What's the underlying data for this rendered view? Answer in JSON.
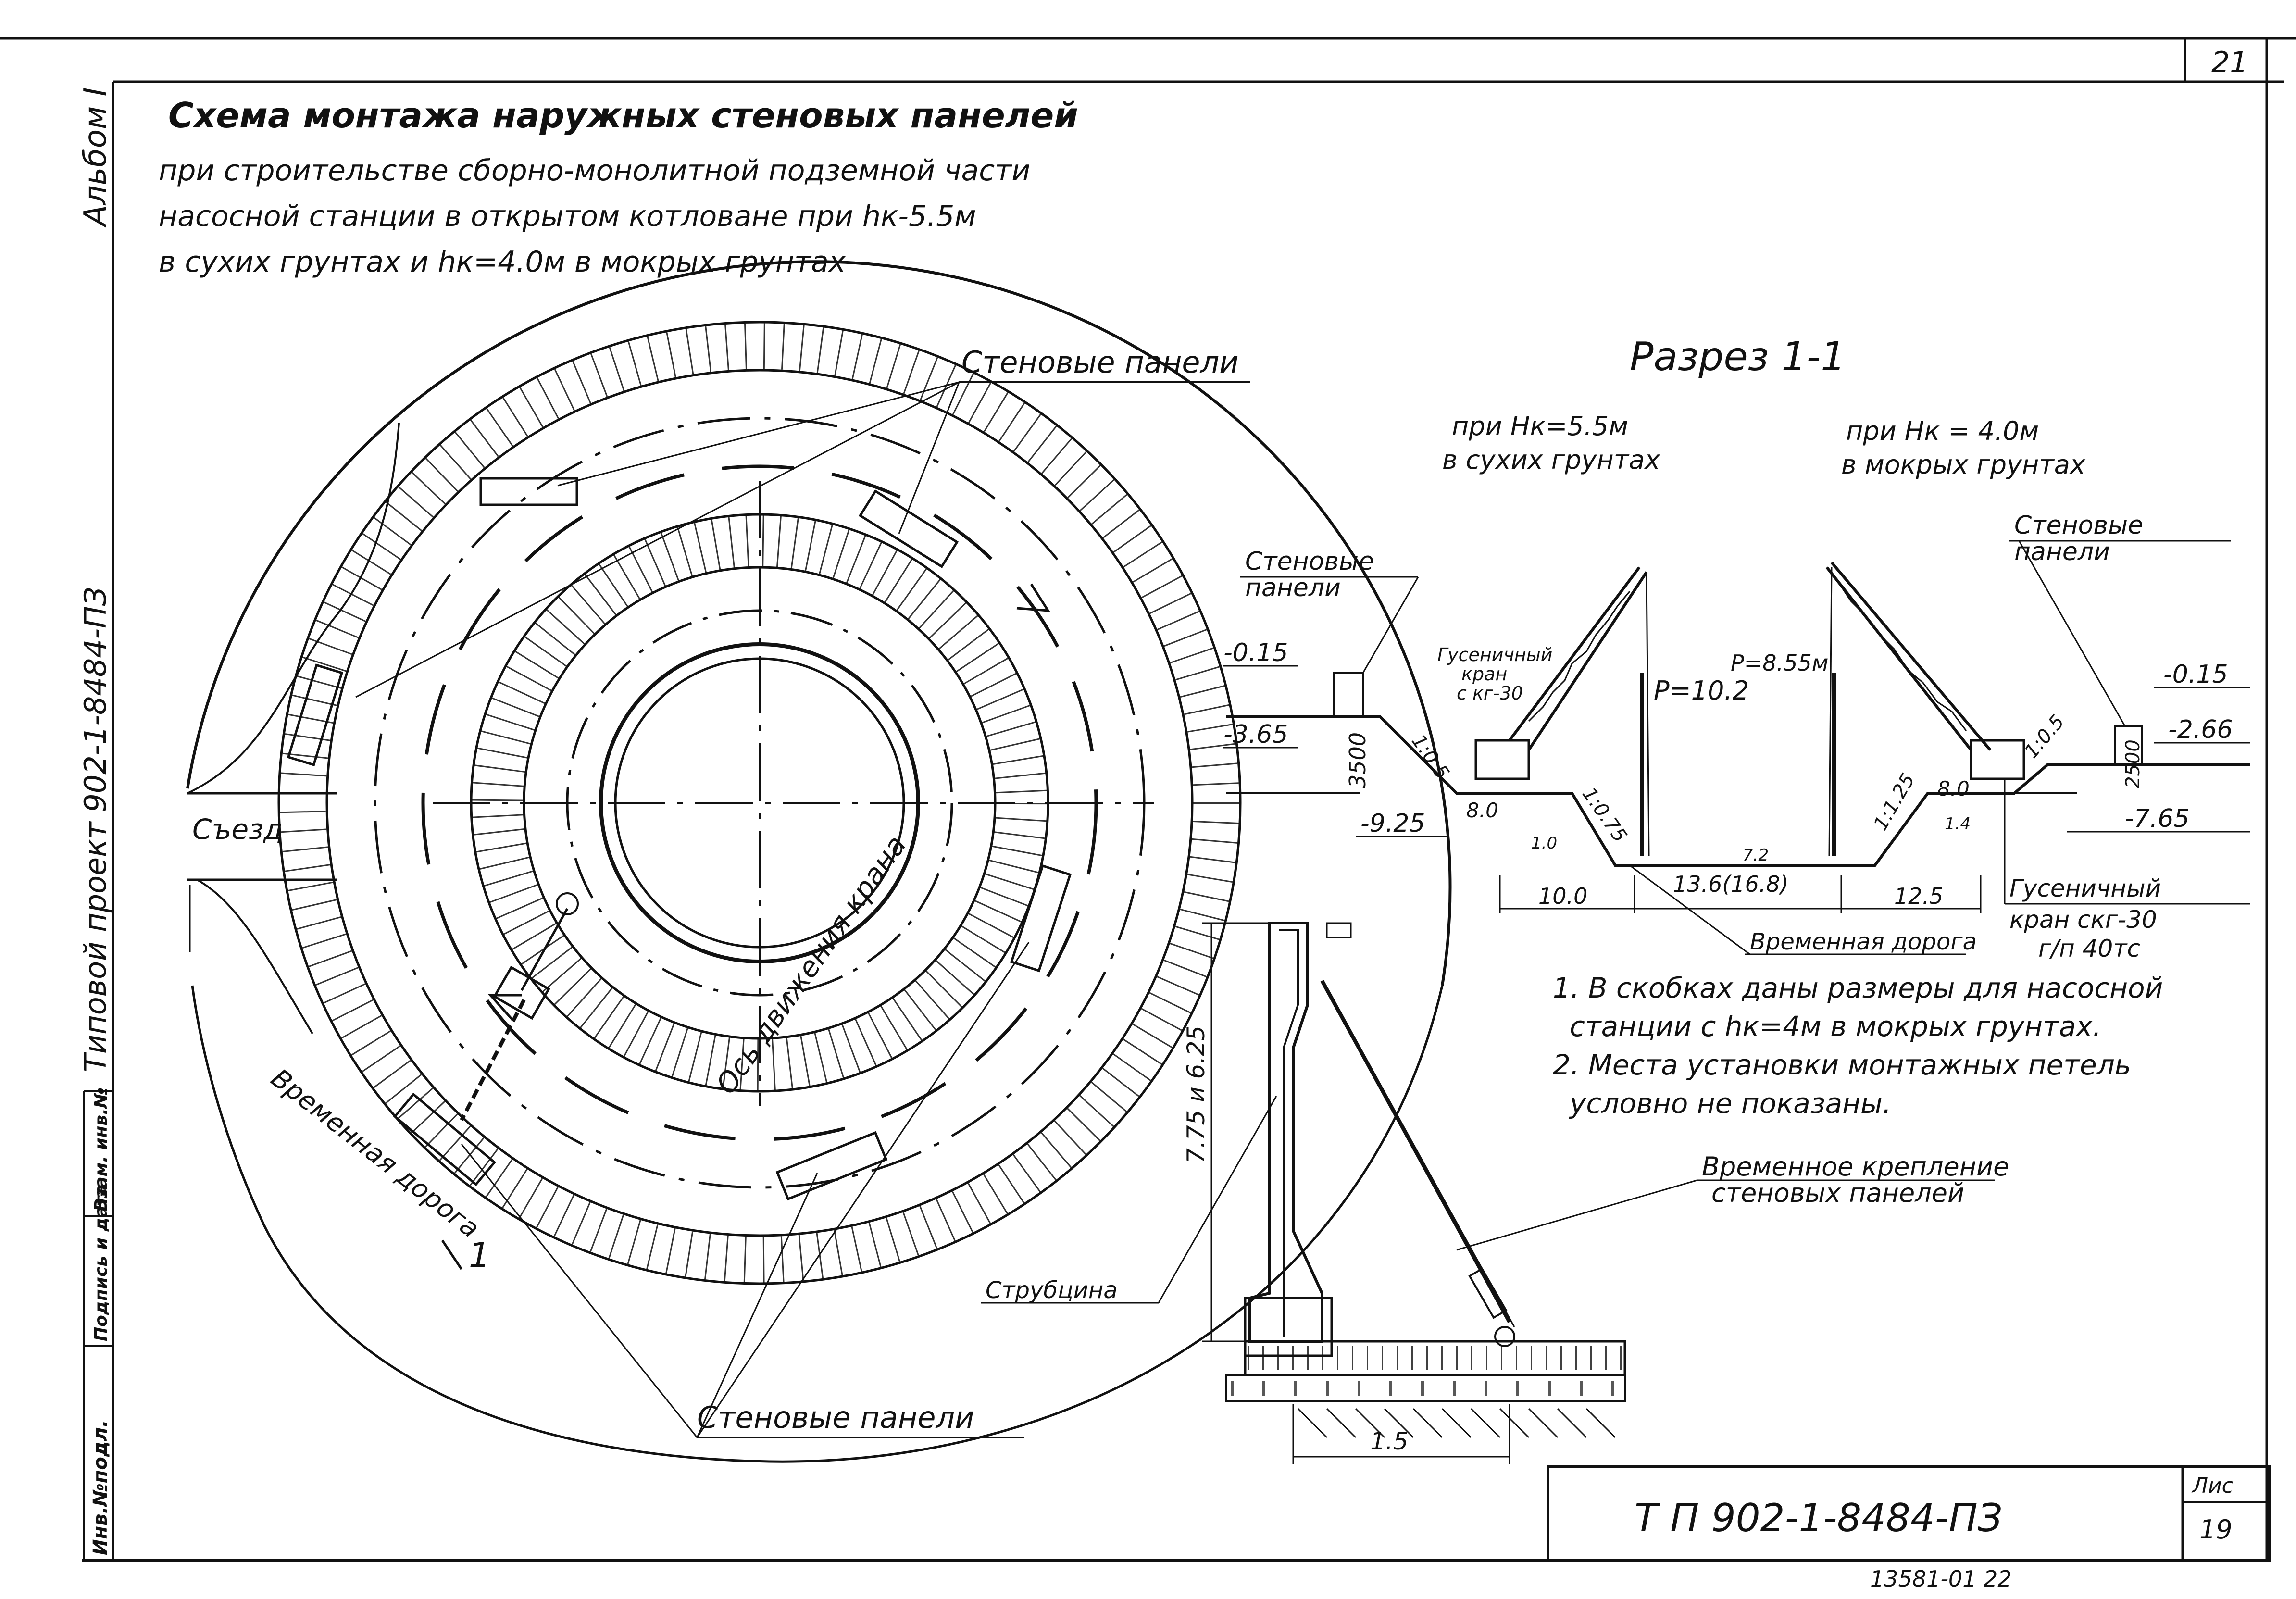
{
  "sheet_number": "21",
  "title_lines": [
    "Схема монтажа наружных стеновых панелей",
    "при строительстве сборно-монолитной подземной части",
    "насосной станции в открытом котловане при hк-5.5м",
    "в сухих грунтах и hк=4.0м в мокрых грунтах"
  ],
  "side_strip": {
    "album": "Альбом I",
    "project": "Типовой проект 902-1-8484-ПЗ",
    "stamp_cells": [
      "Инв.№подл.",
      "Подпись и дата",
      "Взам. инв.№"
    ]
  },
  "plan": {
    "wall_panels_label_top": "Стеновые панели",
    "wall_panels_label_bottom": "Стеновые панели",
    "ramp_label": "Съезд",
    "crane_axis_label": "Ось движения крана",
    "temp_road_label": "Временная дорога",
    "section_mark": "1"
  },
  "section": {
    "title": "Разрез 1-1",
    "case_left_line1": "при Нк=5.5м",
    "case_left_line2": "в сухих грунтах",
    "case_right_line1": "при Нк = 4.0м",
    "case_right_line2": "в мокрых грунтах",
    "panels_left_l1": "Стеновые",
    "panels_left_l2": "панели",
    "panels_right_l1": "Стеновые",
    "panels_right_l2": "панели",
    "crane_left_l1": "Гусеничный",
    "crane_left_l2": "кран",
    "crane_left_l3": "с кг-30",
    "crane_right_l1": "Гусеничный",
    "crane_right_l2": "кран скг-30",
    "crane_right_l3": "г/п 40тс",
    "p_left": "Р=10.2",
    "p_right": "Р=8.55м",
    "elev_left_top": "-0.15",
    "elev_left_mid": "-3.65",
    "elev_left_bot": "-9.25",
    "elev_right_top": "-0.15",
    "elev_right_mid": "-2.66",
    "elev_right_bot": "-7.65",
    "height_left": "3500",
    "height_right": "2500",
    "slope_left": "1:0.5",
    "slope_left_low": "1:0.75",
    "slope_right": "1:0.5",
    "slope_right_low": "1:1.25",
    "dim_8_left": "8.0",
    "dim_8_right": "8.0",
    "dim_10_small": "1.0",
    "dim_14": "1.4",
    "dim_10": "10.0",
    "dim_136": "13.6(16.8)",
    "dim_125": "12.5",
    "dim_72": "7.2",
    "temp_road": "Временная дорога"
  },
  "notes": [
    "1. В скобках даны размеры для насосной",
    "станции с hк=4м в мокрых грунтах.",
    "2. Места установки монтажных петель",
    "условно не показаны."
  ],
  "detail": {
    "height_dim": "7.75 и 6.25",
    "strut_label": "Струбцина",
    "fastening_l1": "Временное крепление",
    "fastening_l2": "стеновых панелей",
    "width_dim": "1.5"
  },
  "title_block": {
    "code": "Т П 902-1-8484-ПЗ",
    "sheet_label": "Лис",
    "sheet_value": "19"
  },
  "footer_number": "13581-01  22"
}
